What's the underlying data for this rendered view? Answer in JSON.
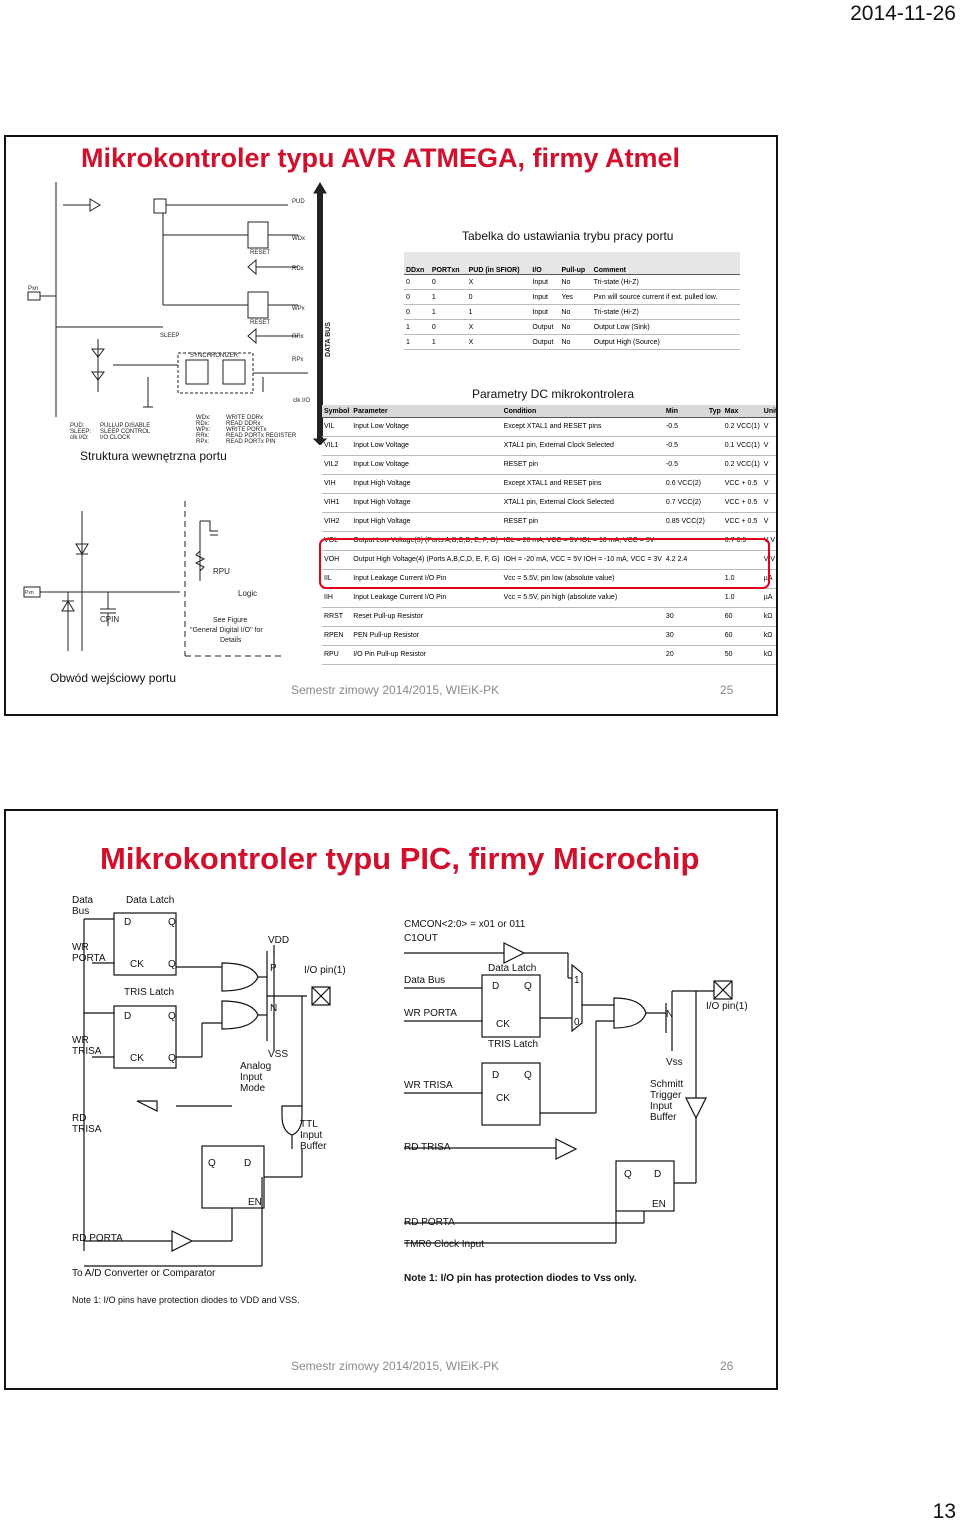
{
  "page": {
    "date": "2014-11-26",
    "number": "13"
  },
  "slide1": {
    "title": "Mikrokontroler typu AVR ATMEGA, firmy Atmel",
    "caption_table": "Tabelka do ustawiania trybu pracy portu",
    "caption_dc": "Parametry DC mikrokontrolera",
    "caption_struct": "Struktura wewnętrzna portu",
    "caption_input": "Obwód wejściowy portu",
    "footer": "Semestr zimowy 2014/2015, WIEiK-PK",
    "slide_number": "25",
    "struct_labels": {
      "pud": "PUD",
      "wdx": "WDx",
      "reset1": "RESET",
      "rdx": "RDx",
      "wpx": "WPx",
      "reset2": "RESET",
      "rrx": "RRx",
      "rpx": "RPx",
      "sleep": "SLEEP",
      "synchronizer": "SYNCHRONIZER",
      "pxn": "Pxn",
      "clk": "clk I/O",
      "data_bus": "DATA BUS",
      "legend_left": [
        "PUD:",
        "SLEEP:",
        "clk I/O:"
      ],
      "legend_left_desc": [
        "PULLUP DISABLE",
        "SLEEP CONTROL",
        "I/O CLOCK"
      ],
      "legend_right": [
        "WDx:",
        "RDx:",
        "WPx:",
        "RRx:",
        "RPx:"
      ],
      "legend_right_desc": [
        "WRITE DDRx",
        "READ DDRx",
        "WRITE PORTx",
        "READ PORTx REGISTER",
        "READ PORTx PIN"
      ]
    },
    "input_labels": {
      "pxn": "Pxn",
      "rpu": "RPU",
      "cpin": "CPIN",
      "logic": "Logic",
      "note": [
        "See Figure",
        "\"General Digital I/O\" for",
        "Details"
      ]
    },
    "mode_table": {
      "headers": [
        "DDxn",
        "PORTxn",
        "PUD (in SFIOR)",
        "I/O",
        "Pull-up",
        "Comment"
      ],
      "rows": [
        [
          "0",
          "0",
          "X",
          "Input",
          "No",
          "Tri-state (Hi-Z)"
        ],
        [
          "0",
          "1",
          "0",
          "Input",
          "Yes",
          "Pxn will source current if ext. pulled low."
        ],
        [
          "0",
          "1",
          "1",
          "Input",
          "No",
          "Tri-state (Hi-Z)"
        ],
        [
          "1",
          "0",
          "X",
          "Output",
          "No",
          "Output Low (Sink)"
        ],
        [
          "1",
          "1",
          "X",
          "Output",
          "No",
          "Output High (Source)"
        ]
      ]
    },
    "dc_table": {
      "headers": [
        "Symbol",
        "Parameter",
        "Condition",
        "Min",
        "Typ",
        "Max",
        "Units"
      ],
      "rows": [
        [
          "VIL",
          "Input Low Voltage",
          "Except XTAL1 and RESET pins",
          "-0.5",
          "",
          "0.2 VCC(1)",
          "V"
        ],
        [
          "VIL1",
          "Input Low Voltage",
          "XTAL1 pin, External Clock Selected",
          "-0.5",
          "",
          "0.1 VCC(1)",
          "V"
        ],
        [
          "VIL2",
          "Input Low Voltage",
          "RESET pin",
          "-0.5",
          "",
          "0.2 VCC(1)",
          "V"
        ],
        [
          "VIH",
          "Input High Voltage",
          "Except XTAL1 and RESET pins",
          "0.6 VCC(2)",
          "",
          "VCC + 0.5",
          "V"
        ],
        [
          "VIH1",
          "Input High Voltage",
          "XTAL1 pin, External Clock Selected",
          "0.7 VCC(2)",
          "",
          "VCC + 0.5",
          "V"
        ],
        [
          "VIH2",
          "Input High Voltage",
          "RESET pin",
          "0.85 VCC(2)",
          "",
          "VCC + 0.5",
          "V"
        ],
        [
          "VOL",
          "Output Low Voltage(3) (Ports A,B,C,D, E, F, G)",
          "IOL = 20 mA, VCC = 5V IOL = 10 mA, VCC = 3V",
          "",
          "",
          "0.7 0.5",
          "V V"
        ],
        [
          "VOH",
          "Output High Voltage(4) (Ports A,B,C,D, E, F, G)",
          "IOH = -20 mA, VCC = 5V IOH = -10 mA, VCC = 3V",
          "4.2 2.4",
          "",
          "",
          "V V"
        ],
        [
          "IIL",
          "Input Leakage Current I/O Pin",
          "Vcc = 5.5V, pin low (absolute value)",
          "",
          "",
          "1.0",
          "µA"
        ],
        [
          "IIH",
          "Input Leakage Current I/O Pin",
          "Vcc = 5.5V, pin high (absolute value)",
          "",
          "",
          "1.0",
          "µA"
        ],
        [
          "RRST",
          "Reset Pull-up Resistor",
          "",
          "30",
          "",
          "60",
          "kΩ"
        ],
        [
          "RPEN",
          "PEN Pull-up Resistor",
          "",
          "30",
          "",
          "60",
          "kΩ"
        ],
        [
          "RPU",
          "I/O Pin Pull-up Resistor",
          "",
          "20",
          "",
          "50",
          "kΩ"
        ]
      ]
    }
  },
  "slide2": {
    "title": "Mikrokontroler typu PIC, firmy Microchip",
    "footer": "Semestr zimowy 2014/2015, WIEiK-PK",
    "slide_number": "26",
    "left_labels": {
      "data_bus": [
        "Data",
        "Bus"
      ],
      "data_latch": "Data Latch",
      "wr_porta": [
        "WR",
        "PORTA"
      ],
      "tris_latch": "TRIS Latch",
      "wr_trisa": [
        "WR",
        "TRISA"
      ],
      "rd_trisa": [
        "RD",
        "TRISA"
      ],
      "rd_porta": "RD PORTA",
      "ad": "To A/D Converter or Comparator",
      "vdd": "VDD",
      "vss": "VSS",
      "p": "P",
      "n": "N",
      "io_pin": "I/O pin(1)",
      "analog": [
        "Analog",
        "Input",
        "Mode"
      ],
      "ttl": [
        "TTL",
        "Input",
        "Buffer"
      ],
      "d": "D",
      "q": "Q",
      "ck": "CK",
      "en": "EN",
      "note": "Note  1:  I/O pins have protection diodes to VDD and VSS."
    },
    "right_labels": {
      "cmcon": "CMCON<2:0> = x01 or 011",
      "c1out": "C1OUT",
      "data_bus": "Data Bus",
      "data_latch": "Data Latch",
      "wr_porta": "WR PORTA",
      "tris_latch": "TRIS Latch",
      "wr_trisa": "WR TRISA",
      "rd_trisa": "RD TRISA",
      "rd_porta": "RD PORTA",
      "tmr0": "TMR0 Clock Input",
      "n": "N",
      "vss": "Vss",
      "io_pin": "I/O pin(1)",
      "schmitt": [
        "Schmitt",
        "Trigger",
        "Input",
        "Buffer"
      ],
      "mux1": "1",
      "mux0": "0",
      "note": "Note 1: I/O pin has protection diodes to Vss only."
    }
  }
}
